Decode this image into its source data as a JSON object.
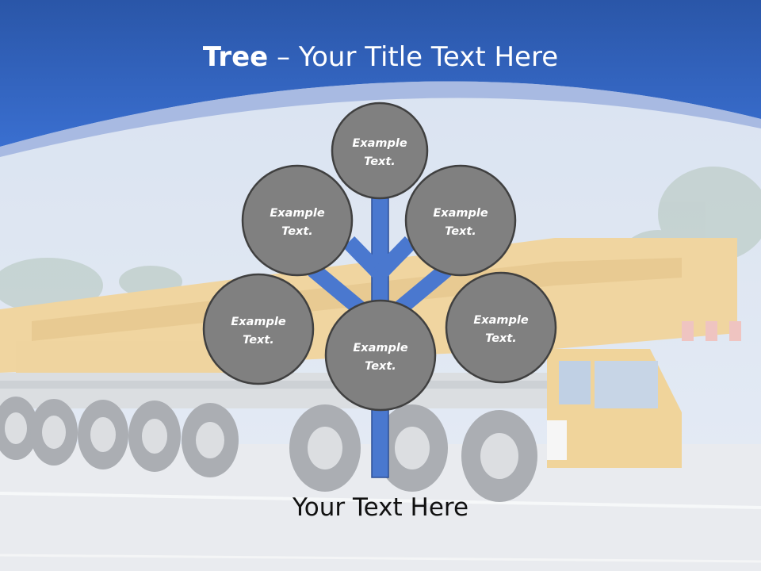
{
  "slide": {
    "title_bold": "Tree",
    "title_dash": " – ",
    "title_rest": "Your Title Text Here",
    "footer": "Your Text Here"
  },
  "diagram": {
    "nodes": [
      {
        "id": "top",
        "line1": "Example",
        "line2": "Text."
      },
      {
        "id": "upper-left",
        "line1": "Example",
        "line2": "Text."
      },
      {
        "id": "upper-right",
        "line1": "Example",
        "line2": "Text."
      },
      {
        "id": "lower-left",
        "line1": "Example",
        "line2": "Text."
      },
      {
        "id": "lower-right",
        "line1": "Example",
        "line2": "Text."
      },
      {
        "id": "center",
        "line1": "Example",
        "line2": "Text."
      }
    ]
  },
  "colors": {
    "header_blue": "#2f5fb6",
    "trunk_blue": "#4a78cf",
    "node_gray": "#808080",
    "node_border": "#404040"
  }
}
